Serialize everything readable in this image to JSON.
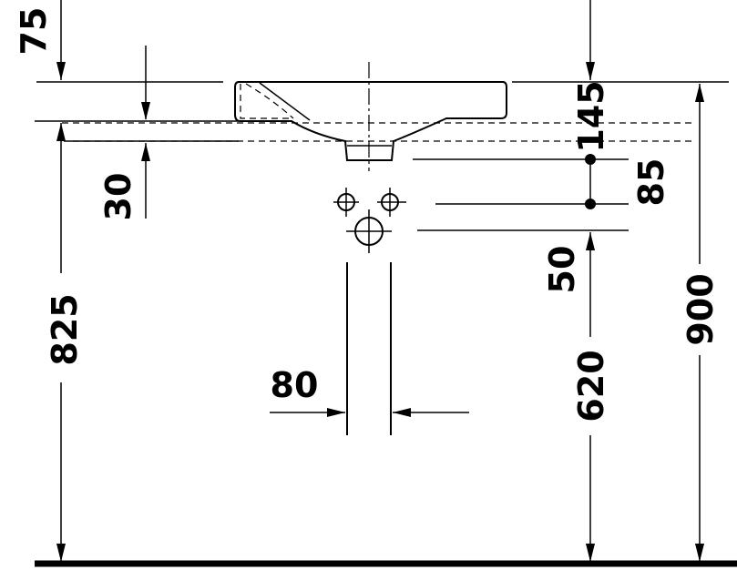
{
  "dimensions": {
    "top_offset": "75",
    "basin_depth": "145",
    "overflow_offset": "30",
    "drain_spacing": "85",
    "valve_offset": "50",
    "rim_height_left": "825",
    "valve_height": "620",
    "overall_height": "900",
    "pipe_width": "80"
  }
}
